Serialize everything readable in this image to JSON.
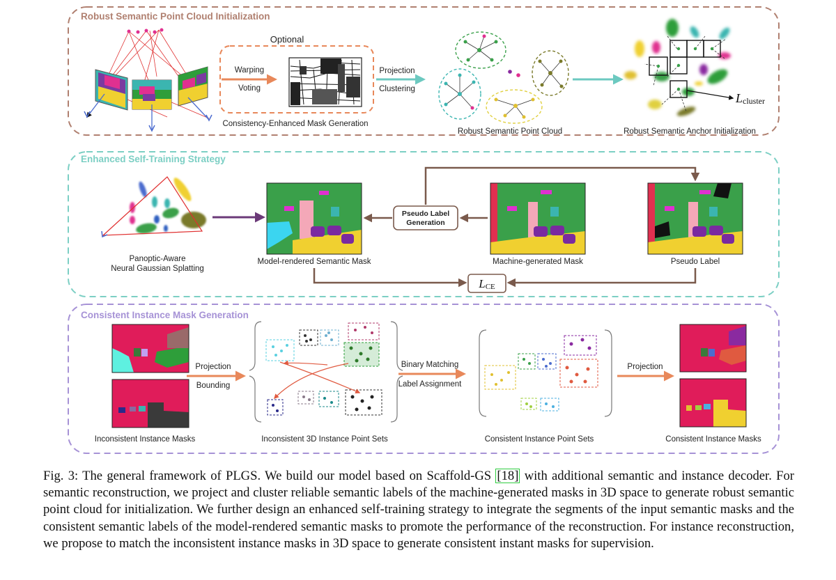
{
  "sections": [
    {
      "title": "Robust Semantic Point Cloud Initialization",
      "color": "#b08070"
    },
    {
      "title": "Enhanced Self-Training Strategy",
      "color": "#7ccfc4"
    },
    {
      "title": "Consistent Instance Mask Generation",
      "color": "#a692d6"
    }
  ],
  "s1": {
    "optional": "Optional",
    "warping": "Warping",
    "voting": "Voting",
    "cemg": "Consistency-Enhanced Mask Generation",
    "projection": "Projection",
    "clustering": "Clustering",
    "rspc": "Robust Semantic Point Cloud",
    "rsai": "Robust Semantic Anchor Initialization",
    "loss_main": "L",
    "loss_sub": "cluster"
  },
  "s2": {
    "gauss_line1": "Panoptic-Aware",
    "gauss_line2": "Neural Gaussian Splatting",
    "model_rendered": "Model-rendered Semantic Mask",
    "plg_line1": "Pseudo Label",
    "plg_line2": "Generation",
    "machine_generated": "Machine-generated Mask",
    "pseudo_label": "Pseudo Label",
    "loss_main": "L",
    "loss_sub": "CE"
  },
  "s3": {
    "inconsistent_masks": "Inconsistent Instance Masks",
    "projection": "Projection",
    "bounding": "Bounding",
    "inconsistent_sets": "Inconsistent 3D Instance Point Sets",
    "binary_matching": "Binary Matching",
    "label_assignment": "Label Assignment",
    "consistent_sets": "Consistent Instance Point Sets",
    "projection2": "Projection",
    "consistent_masks": "Consistent Instance Masks"
  },
  "caption": {
    "before_ref": "Fig. 3: The general framework of PLGS. We build our model based on Scaffold-GS ",
    "ref": "[18]",
    "after_ref": " with additional semantic and instance decoder. For semantic reconstruction, we project and cluster reliable semantic labels of the machine-generated masks in 3D space to generate robust semantic point cloud for initialization. We further design an enhanced self-training strategy to integrate the segments of the input semantic masks and the consistent semantic labels of the model-rendered semantic masks to promote the performance of the reconstruction. For instance reconstruction, we propose to match the inconsistent instance masks in 3D space to generate consistent instant masks for supervision."
  }
}
